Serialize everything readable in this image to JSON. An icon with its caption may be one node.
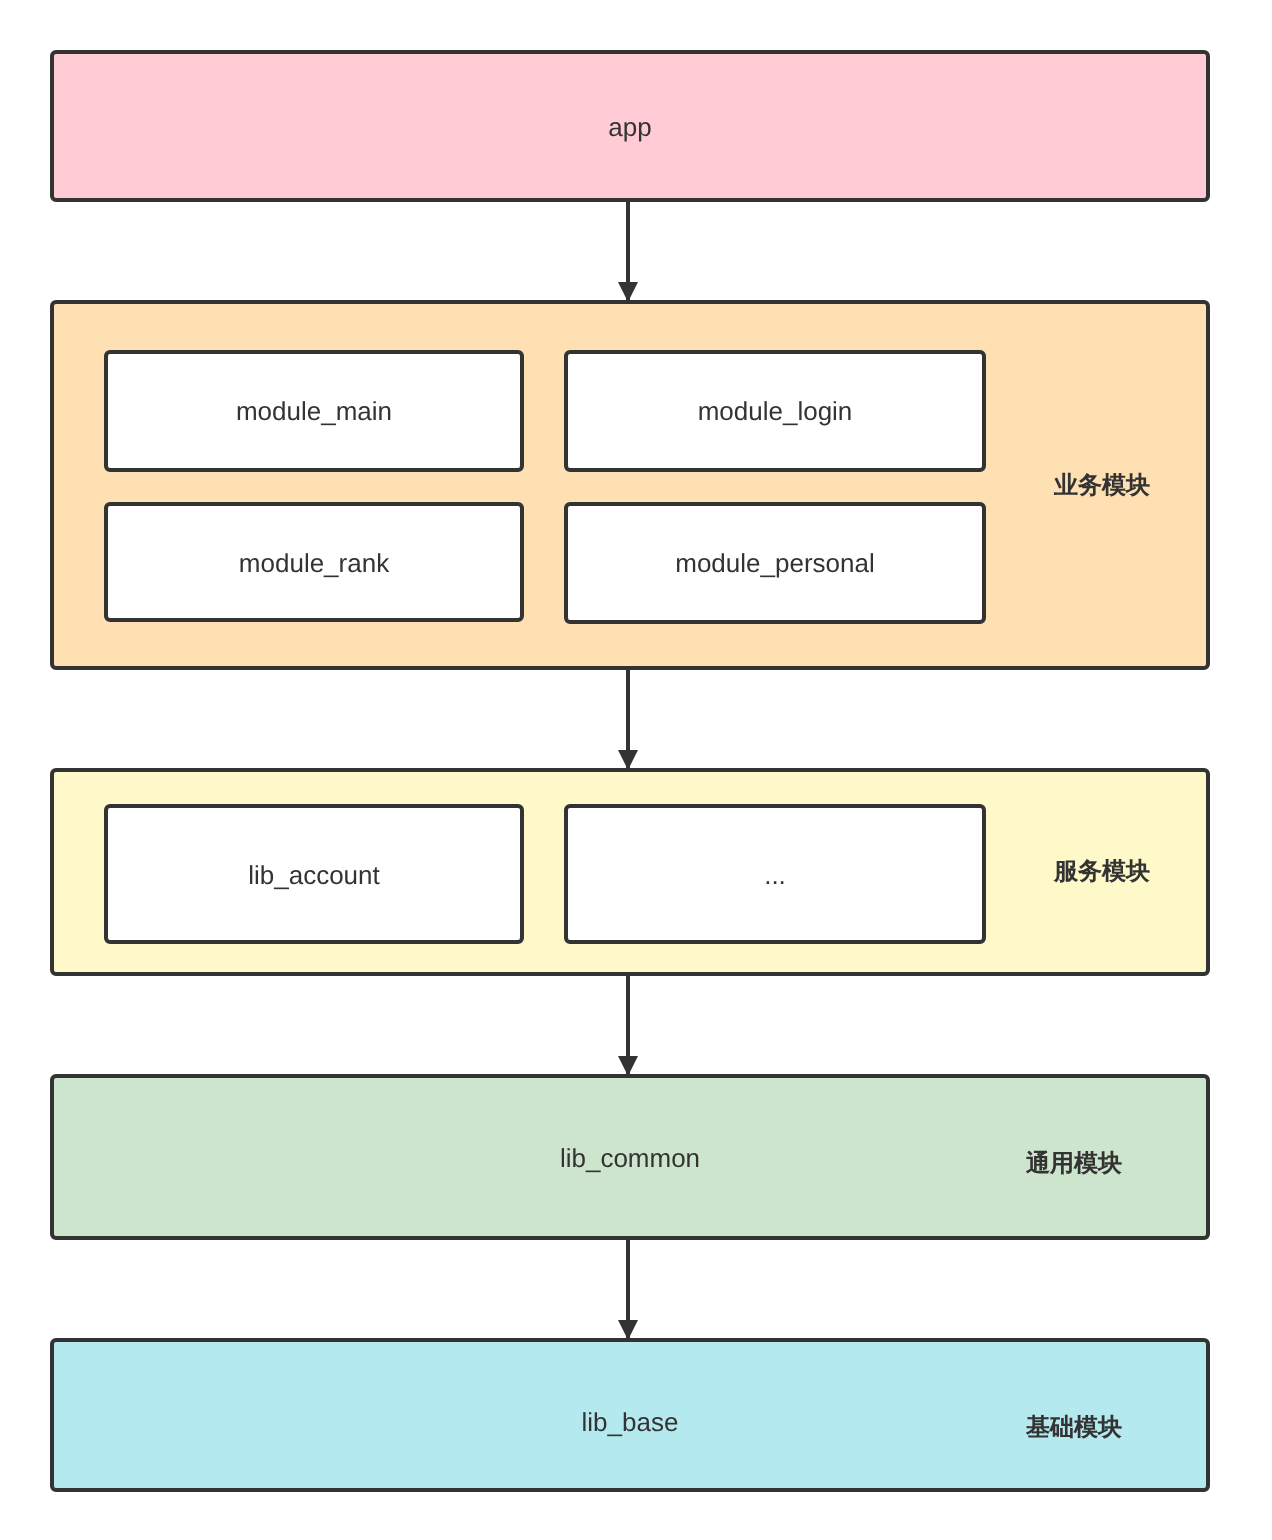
{
  "diagram": {
    "nodes": [
      {
        "text": [
          "app"
        ]
      },
      {
        "text": [
          "业务模块"
        ]
      },
      {
        "text": [
          "module_main"
        ],
        "in": 1
      },
      {
        "text": [
          "module_login"
        ],
        "in": 1
      },
      {
        "text": [
          "module_rank"
        ],
        "in": 1
      },
      {
        "text": [
          "module_personal"
        ],
        "in": 1
      },
      {
        "text": [
          "服务模块"
        ]
      },
      {
        "text": [
          "lib_account"
        ],
        "in": 6
      },
      {
        "text": [
          "..."
        ],
        "in": 6
      },
      {
        "text": [
          "lib_common",
          "通用模块"
        ]
      },
      {
        "text": [
          "lib_base",
          "基础模块"
        ]
      }
    ],
    "edges": [
      {
        "from": 0,
        "to": 1,
        "arrow": "to"
      },
      {
        "from": 1,
        "to": 6,
        "arrow": "to"
      },
      {
        "from": 6,
        "to": 9,
        "arrow": "to"
      },
      {
        "from": 9,
        "to": 10,
        "arrow": "to"
      }
    ]
  }
}
